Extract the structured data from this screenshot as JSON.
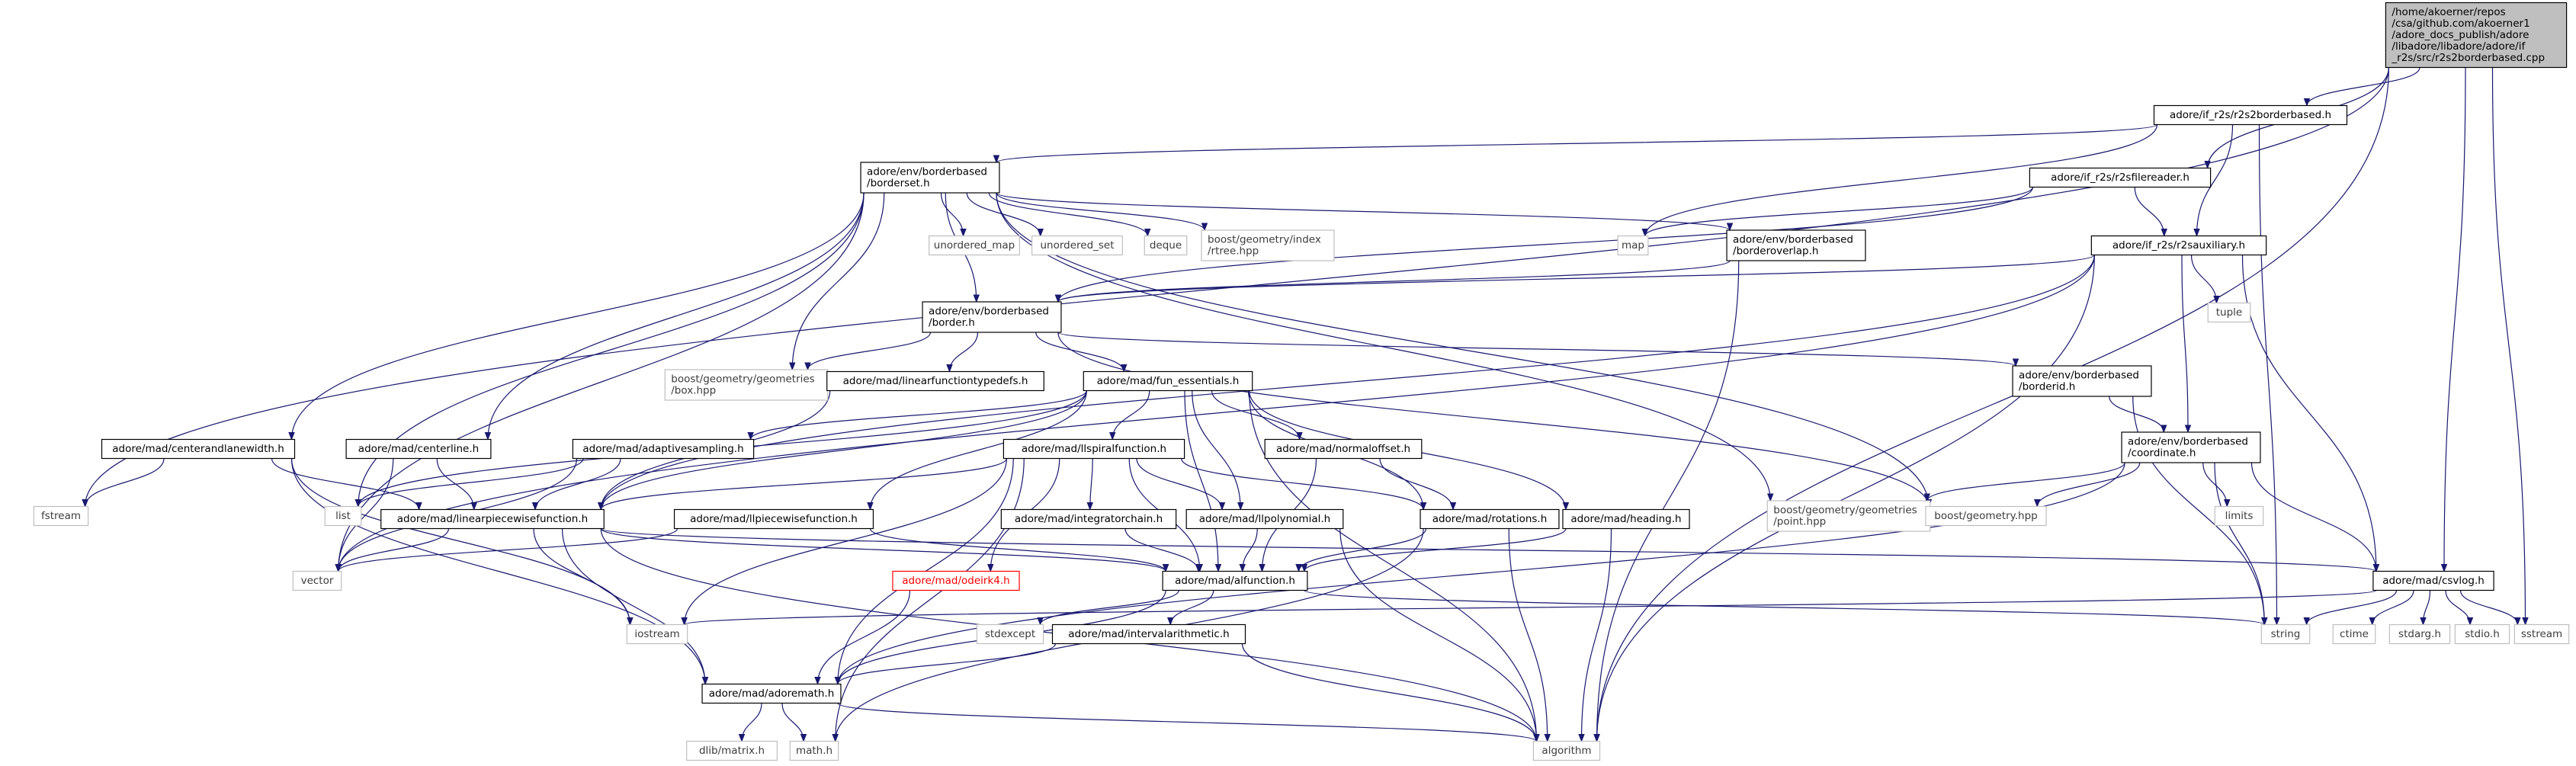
{
  "colors": {
    "edge": "#191970",
    "root_fill": "#bfbfbf",
    "missing": "#ff0000",
    "system_border": "#bfbfbf"
  },
  "nodes": [
    {
      "id": "root",
      "kind": "root",
      "lines": [
        "/home/akoerner/repos",
        "/csa/github.com/akoerner1",
        "/adore_docs_publish/adore",
        "/libadore/libadore/adore/if",
        "_r2s/src/r2s2borderbased.cpp"
      ]
    },
    {
      "id": "r2s2bb",
      "kind": "local",
      "lines": [
        "adore/if_r2s/r2s2borderbased.h"
      ]
    },
    {
      "id": "borderset",
      "kind": "local",
      "lines": [
        "adore/env/borderbased",
        "/borderset.h"
      ]
    },
    {
      "id": "filereader",
      "kind": "local",
      "lines": [
        "adore/if_r2s/r2sfilereader.h"
      ]
    },
    {
      "id": "umap",
      "kind": "sys",
      "lines": [
        "unordered_map"
      ]
    },
    {
      "id": "uset",
      "kind": "sys",
      "lines": [
        "unordered_set"
      ]
    },
    {
      "id": "deque",
      "kind": "sys",
      "lines": [
        "deque"
      ]
    },
    {
      "id": "rtree",
      "kind": "sys",
      "lines": [
        "boost/geometry/index",
        "/rtree.hpp"
      ]
    },
    {
      "id": "map",
      "kind": "sys",
      "lines": [
        "map"
      ]
    },
    {
      "id": "borderoverlap",
      "kind": "local",
      "lines": [
        "adore/env/borderbased",
        "/borderoverlap.h"
      ]
    },
    {
      "id": "r2saux",
      "kind": "local",
      "lines": [
        "adore/if_r2s/r2sauxiliary.h"
      ]
    },
    {
      "id": "border",
      "kind": "local",
      "lines": [
        "adore/env/borderbased",
        "/border.h"
      ]
    },
    {
      "id": "tuple",
      "kind": "sys",
      "lines": [
        "tuple"
      ]
    },
    {
      "id": "box",
      "kind": "sys",
      "lines": [
        "boost/geometry/geometries",
        "/box.hpp"
      ]
    },
    {
      "id": "linftypedefs",
      "kind": "local",
      "lines": [
        "adore/mad/linearfunctiontypedefs.h"
      ]
    },
    {
      "id": "funess",
      "kind": "local",
      "lines": [
        "adore/mad/fun_essentials.h"
      ]
    },
    {
      "id": "borderid",
      "kind": "local",
      "lines": [
        "adore/env/borderbased",
        "/borderid.h"
      ]
    },
    {
      "id": "coordinate",
      "kind": "local",
      "lines": [
        "adore/env/borderbased",
        "/coordinate.h"
      ]
    },
    {
      "id": "clw",
      "kind": "local",
      "lines": [
        "adore/mad/centerandlanewidth.h"
      ]
    },
    {
      "id": "centerline",
      "kind": "local",
      "lines": [
        "adore/mad/centerline.h"
      ]
    },
    {
      "id": "adaptive",
      "kind": "local",
      "lines": [
        "adore/mad/adaptivesampling.h"
      ]
    },
    {
      "id": "llspiral",
      "kind": "local",
      "lines": [
        "adore/mad/llspiralfunction.h"
      ]
    },
    {
      "id": "normaloffset",
      "kind": "local",
      "lines": [
        "adore/mad/normaloffset.h"
      ]
    },
    {
      "id": "fstream",
      "kind": "sys",
      "lines": [
        "fstream"
      ]
    },
    {
      "id": "list",
      "kind": "sys",
      "lines": [
        "list"
      ]
    },
    {
      "id": "linpw",
      "kind": "local",
      "lines": [
        "adore/mad/linearpiecewisefunction.h"
      ]
    },
    {
      "id": "llpw",
      "kind": "local",
      "lines": [
        "adore/mad/llpiecewisefunction.h"
      ]
    },
    {
      "id": "integrator",
      "kind": "local",
      "lines": [
        "adore/mad/integratorchain.h"
      ]
    },
    {
      "id": "llpoly",
      "kind": "local",
      "lines": [
        "adore/mad/llpolynomial.h"
      ]
    },
    {
      "id": "rotations",
      "kind": "local",
      "lines": [
        "adore/mad/rotations.h"
      ]
    },
    {
      "id": "heading",
      "kind": "local",
      "lines": [
        "adore/mad/heading.h"
      ]
    },
    {
      "id": "point",
      "kind": "sys",
      "lines": [
        "boost/geometry/geometries",
        "/point.hpp"
      ]
    },
    {
      "id": "geometry",
      "kind": "sys",
      "lines": [
        "boost/geometry.hpp"
      ]
    },
    {
      "id": "limits",
      "kind": "sys",
      "lines": [
        "limits"
      ]
    },
    {
      "id": "vector",
      "kind": "sys",
      "lines": [
        "vector"
      ]
    },
    {
      "id": "odeint",
      "kind": "missing",
      "lines": [
        "adore/mad/odeirk4.h"
      ]
    },
    {
      "id": "alfunction",
      "kind": "local",
      "lines": [
        "adore/mad/alfunction.h"
      ]
    },
    {
      "id": "csvlog",
      "kind": "local",
      "lines": [
        "adore/mad/csvlog.h"
      ]
    },
    {
      "id": "iostream",
      "kind": "sys",
      "lines": [
        "iostream"
      ]
    },
    {
      "id": "stdexcept",
      "kind": "sys",
      "lines": [
        "stdexcept"
      ]
    },
    {
      "id": "interval",
      "kind": "local",
      "lines": [
        "adore/mad/intervalarithmetic.h"
      ]
    },
    {
      "id": "string",
      "kind": "sys",
      "lines": [
        "string"
      ]
    },
    {
      "id": "ctime",
      "kind": "sys",
      "lines": [
        "ctime"
      ]
    },
    {
      "id": "stdarg",
      "kind": "sys",
      "lines": [
        "stdarg.h"
      ]
    },
    {
      "id": "stdio",
      "kind": "sys",
      "lines": [
        "stdio.h"
      ]
    },
    {
      "id": "sstream",
      "kind": "sys",
      "lines": [
        "sstream"
      ]
    },
    {
      "id": "adoremath",
      "kind": "local",
      "lines": [
        "adore/mad/adoremath.h"
      ]
    },
    {
      "id": "dlib",
      "kind": "sys",
      "lines": [
        "dlib/matrix.h"
      ]
    },
    {
      "id": "math",
      "kind": "sys",
      "lines": [
        "math.h"
      ]
    },
    {
      "id": "algorithm",
      "kind": "sys",
      "lines": [
        "algorithm"
      ]
    }
  ],
  "edges": [
    [
      "root",
      "fstream"
    ],
    [
      "root",
      "r2s2bb"
    ],
    [
      "root",
      "filereader"
    ],
    [
      "root",
      "csvlog"
    ],
    [
      "root",
      "sstream"
    ],
    [
      "root",
      "algorithm"
    ],
    [
      "r2s2bb",
      "borderset"
    ],
    [
      "r2s2bb",
      "map"
    ],
    [
      "r2s2bb",
      "r2saux"
    ],
    [
      "r2s2bb",
      "string"
    ],
    [
      "borderset",
      "umap"
    ],
    [
      "borderset",
      "uset"
    ],
    [
      "borderset",
      "deque"
    ],
    [
      "borderset",
      "rtree"
    ],
    [
      "borderset",
      "borderoverlap"
    ],
    [
      "borderset",
      "border"
    ],
    [
      "borderset",
      "box"
    ],
    [
      "borderset",
      "geometry"
    ],
    [
      "borderset",
      "clw"
    ],
    [
      "borderset",
      "centerline"
    ],
    [
      "borderset",
      "list"
    ],
    [
      "borderset",
      "vector"
    ],
    [
      "borderset",
      "point"
    ],
    [
      "filereader",
      "map"
    ],
    [
      "filereader",
      "r2saux"
    ],
    [
      "filereader",
      "border"
    ],
    [
      "borderoverlap",
      "border"
    ],
    [
      "borderoverlap",
      "algorithm"
    ],
    [
      "r2saux",
      "border"
    ],
    [
      "r2saux",
      "tuple"
    ],
    [
      "r2saux",
      "coordinate"
    ],
    [
      "r2saux",
      "csvlog"
    ],
    [
      "r2saux",
      "algorithm"
    ],
    [
      "r2saux",
      "vector"
    ],
    [
      "r2saux",
      "linpw"
    ],
    [
      "border",
      "box"
    ],
    [
      "border",
      "linftypedefs"
    ],
    [
      "border",
      "funess"
    ],
    [
      "border",
      "borderid"
    ],
    [
      "border",
      "geometry"
    ],
    [
      "linftypedefs",
      "linpw"
    ],
    [
      "funess",
      "adaptive"
    ],
    [
      "funess",
      "llspiral"
    ],
    [
      "funess",
      "normaloffset"
    ],
    [
      "funess",
      "linpw"
    ],
    [
      "funess",
      "llpw"
    ],
    [
      "funess",
      "llpoly"
    ],
    [
      "funess",
      "rotations"
    ],
    [
      "funess",
      "heading"
    ],
    [
      "funess",
      "alfunction"
    ],
    [
      "funess",
      "algorithm"
    ],
    [
      "funess",
      "list"
    ],
    [
      "borderid",
      "coordinate"
    ],
    [
      "borderid",
      "string"
    ],
    [
      "coordinate",
      "point"
    ],
    [
      "coordinate",
      "geometry"
    ],
    [
      "coordinate",
      "limits"
    ],
    [
      "coordinate",
      "string"
    ],
    [
      "coordinate",
      "csvlog"
    ],
    [
      "coordinate",
      "adoremath"
    ],
    [
      "clw",
      "fstream"
    ],
    [
      "clw",
      "linpw"
    ],
    [
      "clw",
      "adoremath"
    ],
    [
      "clw",
      "iostream"
    ],
    [
      "centerline",
      "linpw"
    ],
    [
      "centerline",
      "vector"
    ],
    [
      "adaptive",
      "linpw"
    ],
    [
      "adaptive",
      "vector"
    ],
    [
      "adaptive",
      "list"
    ],
    [
      "llspiral",
      "linpw"
    ],
    [
      "llspiral",
      "integrator"
    ],
    [
      "llspiral",
      "llpoly"
    ],
    [
      "llspiral",
      "rotations"
    ],
    [
      "llspiral",
      "alfunction"
    ],
    [
      "llspiral",
      "odeint"
    ],
    [
      "llspiral",
      "adoremath"
    ],
    [
      "llspiral",
      "iostream"
    ],
    [
      "llspiral",
      "math"
    ],
    [
      "normaloffset",
      "rotations"
    ],
    [
      "normaloffset",
      "alfunction"
    ],
    [
      "linpw",
      "vector"
    ],
    [
      "linpw",
      "iostream"
    ],
    [
      "linpw",
      "adoremath"
    ],
    [
      "linpw",
      "alfunction"
    ],
    [
      "linpw",
      "csvlog"
    ],
    [
      "linpw",
      "algorithm"
    ],
    [
      "llpw",
      "alfunction"
    ],
    [
      "llpw",
      "vector"
    ],
    [
      "integrator",
      "alfunction"
    ],
    [
      "llpoly",
      "alfunction"
    ],
    [
      "llpoly",
      "algorithm"
    ],
    [
      "rotations",
      "alfunction"
    ],
    [
      "rotations",
      "algorithm"
    ],
    [
      "rotations",
      "math"
    ],
    [
      "heading",
      "alfunction"
    ],
    [
      "heading",
      "algorithm"
    ],
    [
      "odeint",
      "adoremath"
    ],
    [
      "alfunction",
      "stdexcept"
    ],
    [
      "alfunction",
      "interval"
    ],
    [
      "alfunction",
      "adoremath"
    ],
    [
      "alfunction",
      "string"
    ],
    [
      "interval",
      "adoremath"
    ],
    [
      "interval",
      "algorithm"
    ],
    [
      "csvlog",
      "iostream"
    ],
    [
      "csvlog",
      "string"
    ],
    [
      "csvlog",
      "ctime"
    ],
    [
      "csvlog",
      "stdarg"
    ],
    [
      "csvlog",
      "stdio"
    ],
    [
      "csvlog",
      "sstream"
    ],
    [
      "adoremath",
      "dlib"
    ],
    [
      "adoremath",
      "math"
    ],
    [
      "adoremath",
      "algorithm"
    ]
  ]
}
